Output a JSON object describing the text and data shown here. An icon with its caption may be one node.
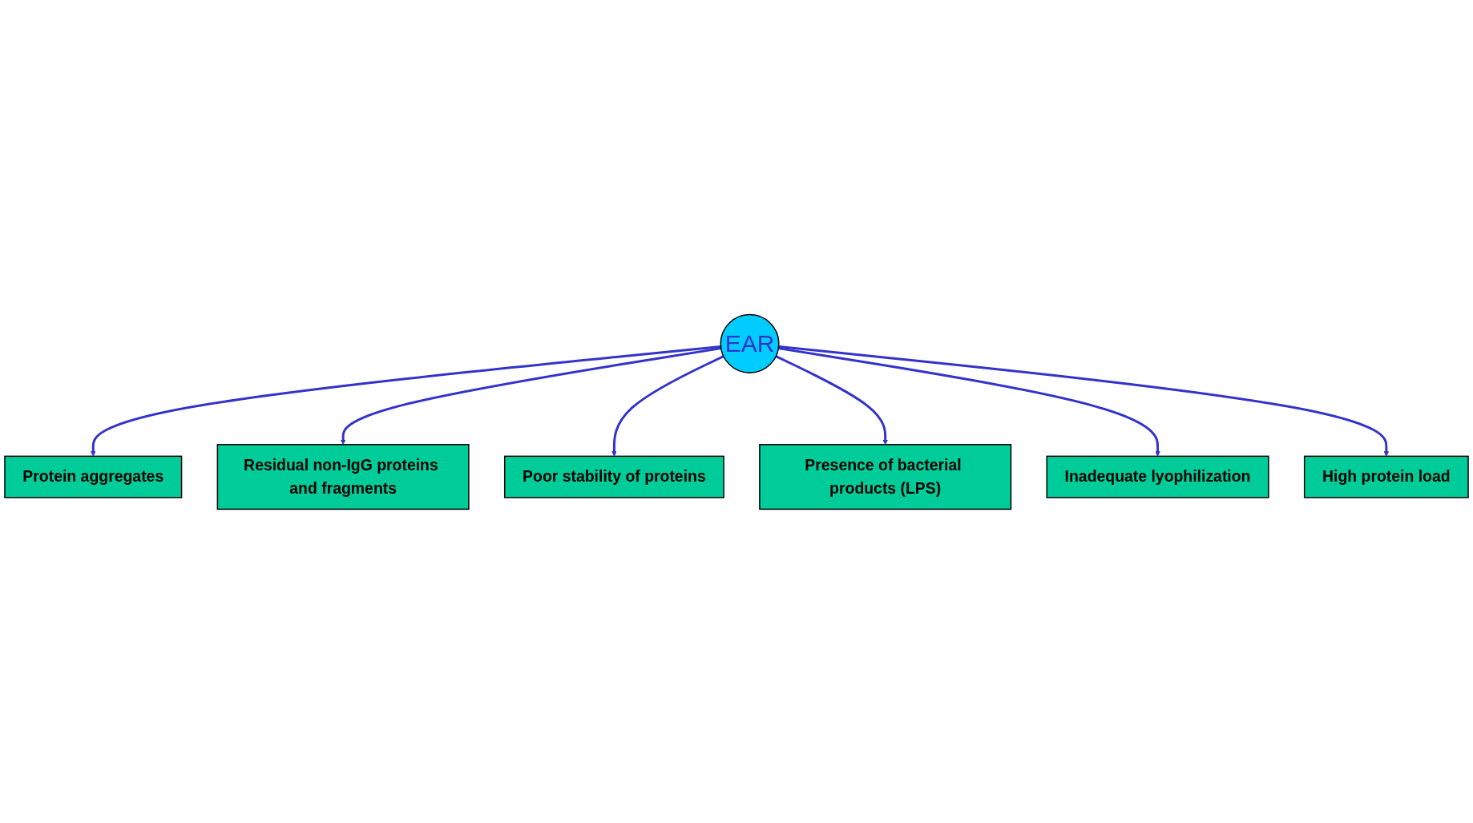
{
  "diagram": {
    "nodes": [
      {
        "text": [
          "Protein aggregates"
        ]
      },
      {
        "text": [
          "Residual non-IgG proteins and fragments"
        ]
      },
      {
        "text": [
          "Poor stability of proteins"
        ]
      },
      {
        "text": [
          "EAR"
        ]
      },
      {
        "text": [
          "Presence of bacterial products (LPS)"
        ]
      },
      {
        "text": [
          "Inadequate lyophilization"
        ]
      },
      {
        "text": [
          "High protein load"
        ]
      }
    ],
    "edges": [
      {
        "from": 3,
        "to": 0,
        "arrow": "to"
      },
      {
        "from": 3,
        "to": 1,
        "arrow": "to"
      },
      {
        "from": 3,
        "to": 2,
        "arrow": "to"
      },
      {
        "from": 3,
        "to": 4,
        "arrow": "to"
      },
      {
        "from": 3,
        "to": 5,
        "arrow": "to"
      },
      {
        "from": 3,
        "to": 6,
        "arrow": "to"
      }
    ]
  }
}
